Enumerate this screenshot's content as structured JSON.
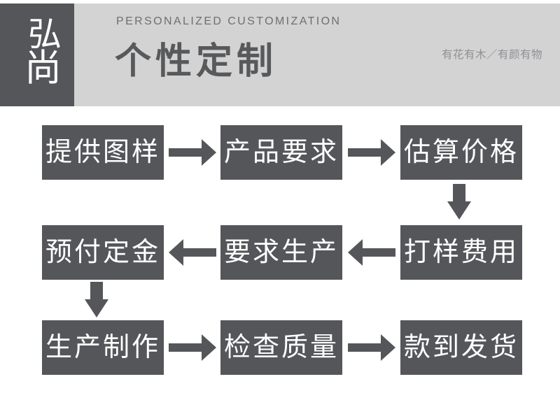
{
  "theme": {
    "page-bg": "#ffffff",
    "banner-bg": "#d3d3d4",
    "logo-bg": "#55565a",
    "logo-fg": "#ffffff",
    "subtitle-fg": "#6e6f72",
    "heading-fg": "#58595b",
    "tagline-fg": "#8f9092",
    "box-bg": "#55565a",
    "box-fg": "#ffffff",
    "arrow-color": "#55565a"
  },
  "header": {
    "logo_char_top": "弘",
    "logo_char_bottom": "尚",
    "subtitle": "PERSONALIZED CUSTOMIZATION",
    "title": "个性定制",
    "tagline": "有花有木／有颜有物"
  },
  "flow": {
    "rows": [
      {
        "direction": "right",
        "boxes": [
          "提供图样",
          "产品要求",
          "估算价格"
        ]
      },
      {
        "direction": "left",
        "boxes": [
          "预付定金",
          "要求生产",
          "打样费用"
        ]
      },
      {
        "direction": "right",
        "boxes": [
          "生产制作",
          "检查质量",
          "款到发货"
        ]
      }
    ],
    "connectors": [
      {
        "from": "估算价格",
        "to": "打样费用",
        "direction": "down"
      },
      {
        "from": "预付定金",
        "to": "生产制作",
        "direction": "down"
      }
    ]
  }
}
